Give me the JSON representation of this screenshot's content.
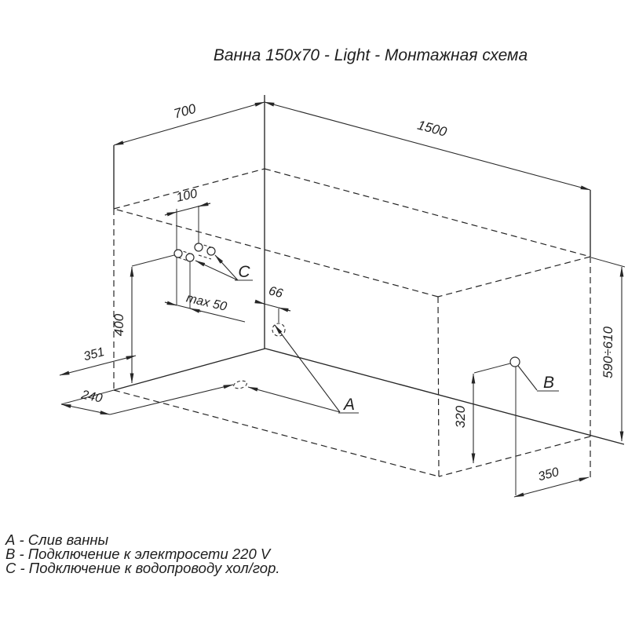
{
  "title": "Ванна 150x70 - Light - Монтажная схема",
  "dims": {
    "width_top": "700",
    "length_top": "1500",
    "pipes_spacing": "100",
    "pipes_protrusion": "max 50",
    "pipes_height": "400",
    "drain_wall_offset": "66",
    "drain_floor_dist": "351",
    "drain_floor_offset": "240",
    "rim_height": "590÷610",
    "socket_height": "320",
    "socket_wall_dist": "350"
  },
  "callouts": {
    "drain": "A",
    "power": "B",
    "water": "C"
  },
  "legend": [
    "А - Слив ванны",
    "В - Подключение к электросети 220 V",
    "С - Подключение к водопроводу хол/гор."
  ]
}
